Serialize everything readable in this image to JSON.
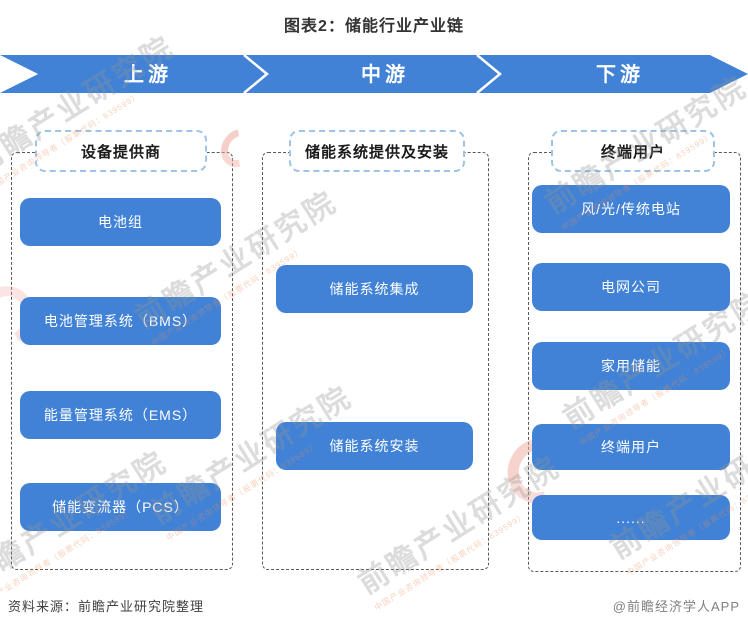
{
  "title": "图表2：储能行业产业链",
  "banner": {
    "color": "#4182D6",
    "segments": [
      {
        "label": "上游"
      },
      {
        "label": "中游"
      },
      {
        "label": "下游"
      }
    ]
  },
  "columns": [
    {
      "header": "设备提供商",
      "boxes": [
        "电池组",
        "电池管理系统（BMS）",
        "能量管理系统（EMS）",
        "储能变流器（PCS）"
      ]
    },
    {
      "header": "储能系统提供及安装",
      "boxes": [
        "储能系统集成",
        "储能系统安装"
      ]
    },
    {
      "header": "终端用户",
      "boxes": [
        "风/光/传统电站",
        "电网公司",
        "家用储能",
        "终端用户",
        "......"
      ]
    }
  ],
  "footer": {
    "source": "资料来源：前瞻产业研究院整理",
    "credit": "@前瞻经济学人APP"
  },
  "watermark": {
    "text": "前瞻产业研究院",
    "subtext": "中国产业咨询领导者（股票代码：839599）"
  },
  "colors": {
    "box_blue": "#4182D6",
    "header_border": "#9DC3E6",
    "column_border": "#595959",
    "title_text": "#333333",
    "credit_text": "#7f7f7f"
  }
}
